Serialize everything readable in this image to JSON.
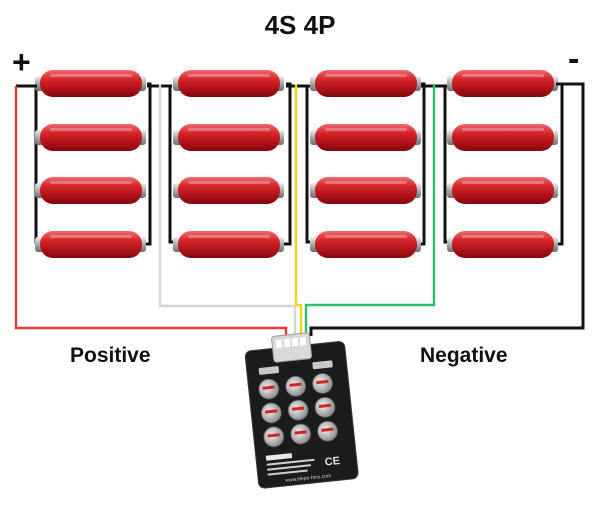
{
  "title": "4S 4P",
  "terminals": {
    "positive_symbol": "+",
    "negative_symbol": "-"
  },
  "labels": {
    "positive": "Positive",
    "negative": "Negative"
  },
  "configuration": {
    "series": 4,
    "parallel": 4
  },
  "board": {
    "website": "www.lifepo-bms.com",
    "mark": "CE"
  },
  "colors": {
    "cell_body": "#c8141b",
    "cell_cap": "#b8b8b8",
    "wire_positive": "#e53935",
    "wire_balance_1": "#dddddd",
    "wire_balance_2": "#f2d31b",
    "wire_balance_3": "#2fbf6a",
    "wire_negative": "#111111",
    "board": "#1a1a1a"
  }
}
